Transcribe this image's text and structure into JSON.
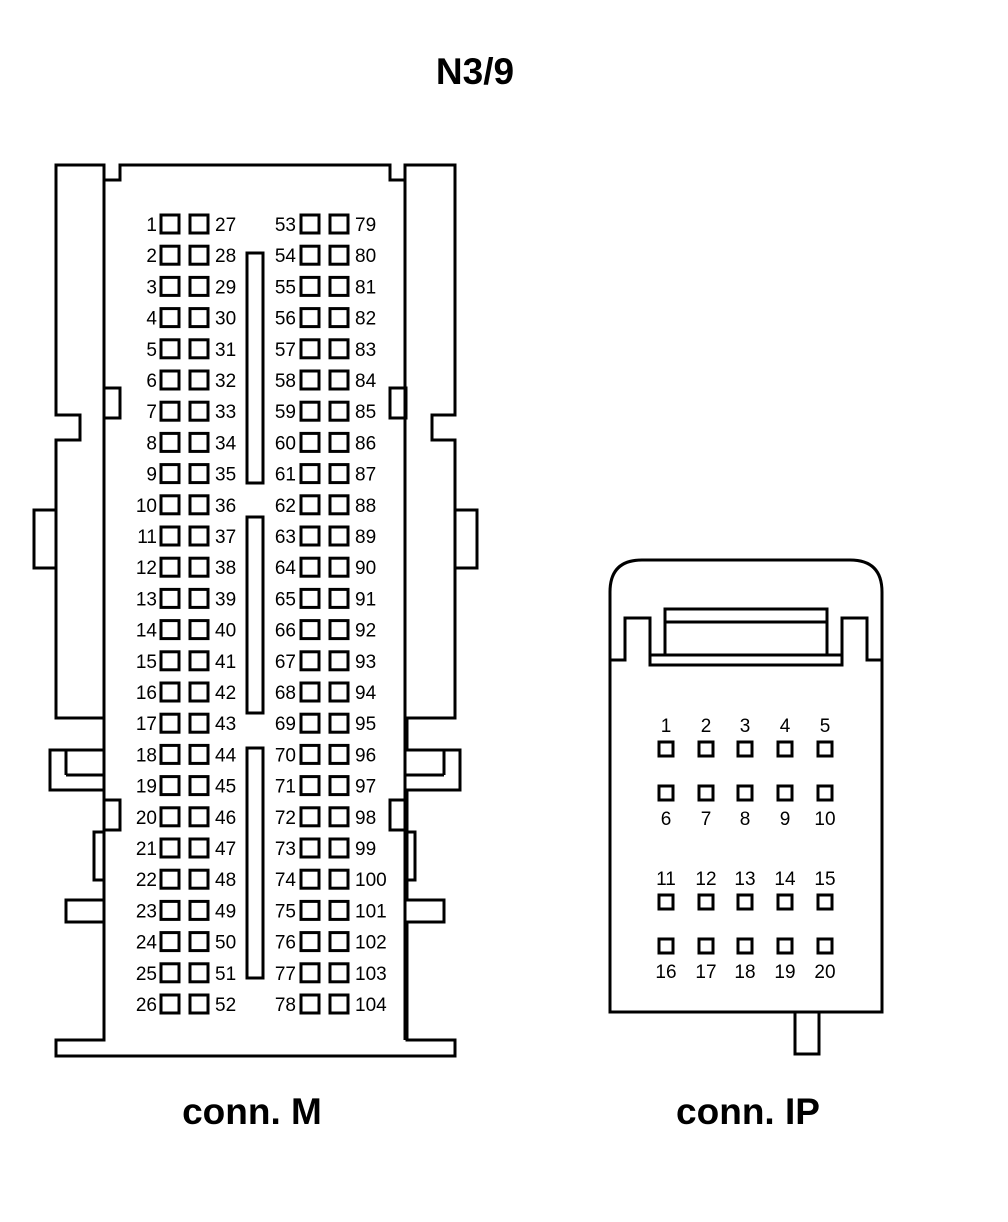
{
  "title": "N3/9",
  "connectors": {
    "m": {
      "label": "conn. M",
      "pin_columns": [
        {
          "first": 1,
          "last": 26
        },
        {
          "first": 27,
          "last": 52
        },
        {
          "first": 53,
          "last": 78
        },
        {
          "first": 79,
          "last": 104
        }
      ]
    },
    "ip": {
      "label": "conn. IP",
      "pin_rows": [
        {
          "pins": [
            "1",
            "2",
            "3",
            "4",
            "5"
          ],
          "label_position": "above"
        },
        {
          "pins": [
            "6",
            "7",
            "8",
            "9",
            "10"
          ],
          "label_position": "below"
        },
        {
          "pins": [
            "11",
            "12",
            "13",
            "14",
            "15"
          ],
          "label_position": "above"
        },
        {
          "pins": [
            "16",
            "17",
            "18",
            "19",
            "20"
          ],
          "label_position": "below"
        }
      ]
    }
  },
  "colors": {
    "line": "#000000",
    "background": "#ffffff"
  }
}
